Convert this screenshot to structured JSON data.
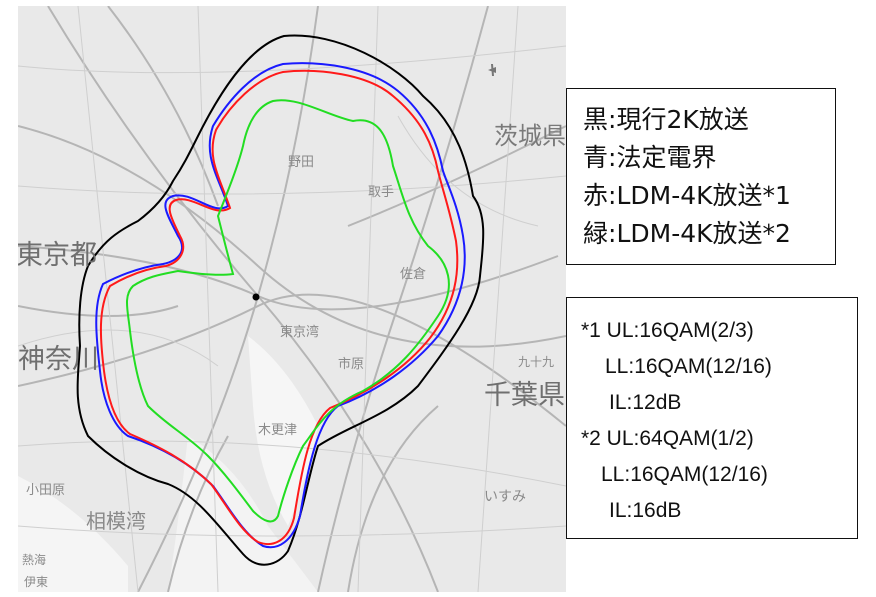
{
  "map": {
    "region_labels": [
      "東京都",
      "神奈川",
      "千葉県",
      "茨城県"
    ],
    "place_labels": [
      "相模湾",
      "小田原",
      "熱海",
      "伊東",
      "いすみ",
      "九十九",
      "木更津",
      "市原",
      "東京湾",
      "佐倉",
      "野田",
      "取手"
    ],
    "transmitter_marker": "transmitter-point"
  },
  "legend": {
    "items": [
      {
        "key": "黒",
        "sep": ":",
        "text": "現行2K放送",
        "color": "#000000"
      },
      {
        "key": "青",
        "sep": ":",
        "text": "法定電界",
        "color": "#1a1aff"
      },
      {
        "key": "赤",
        "sep": ":",
        "text": "LDM-4K放送*1",
        "color": "#ff1a1a"
      },
      {
        "key": "緑",
        "sep": ":",
        "text": "LDM-4K放送*2",
        "color": "#22dd22"
      }
    ]
  },
  "notes": {
    "lines": [
      "*1 UL:16QAM(2/3)",
      "LL:16QAM(12/16)",
      "IL:12dB",
      "*2 UL:64QAM(1/2)",
      "LL:16QAM(12/16)",
      "IL:16dB"
    ]
  }
}
